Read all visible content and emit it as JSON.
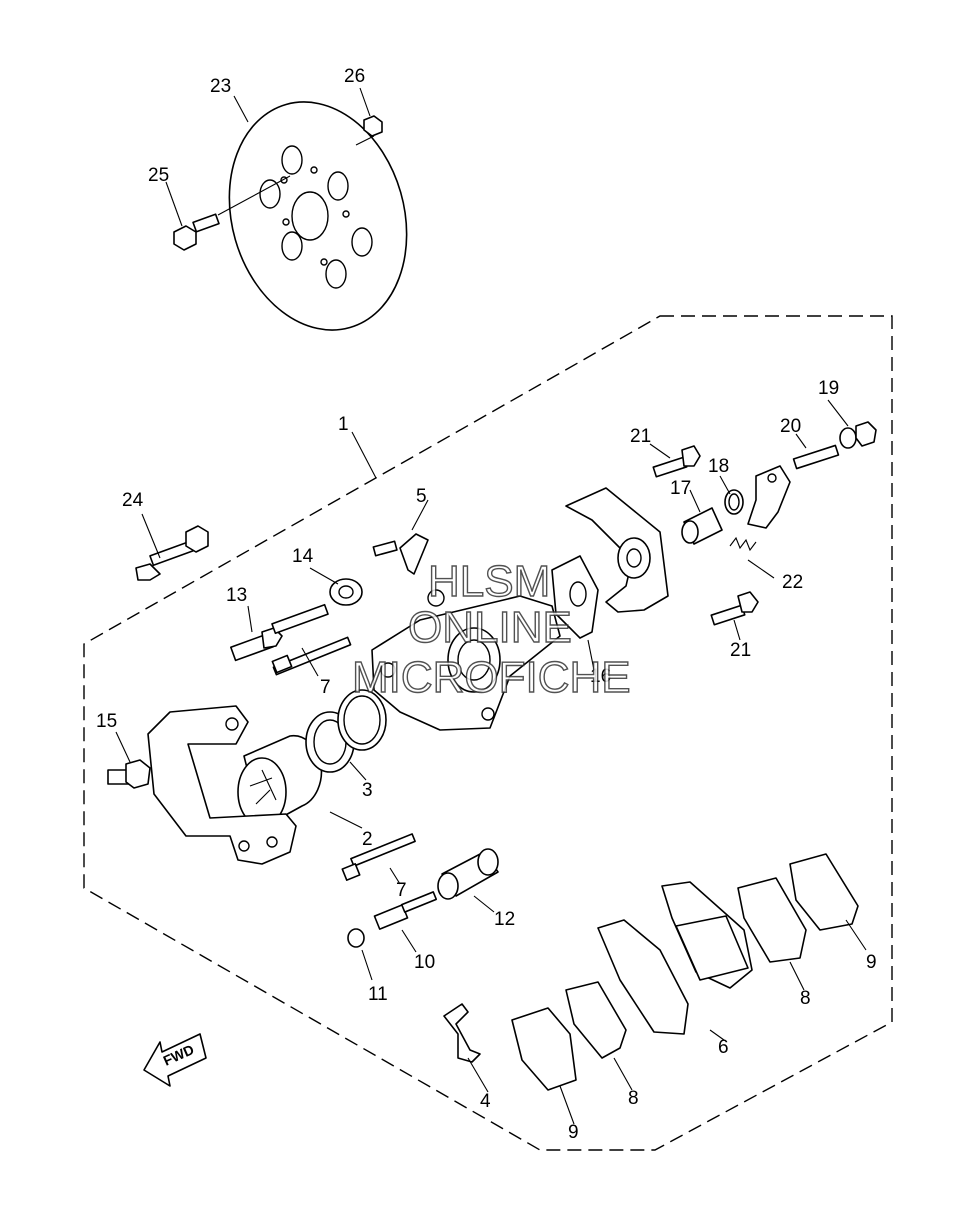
{
  "watermark": {
    "line1": "HLSM",
    "line2": "ONLINE",
    "line3": "MICROFICHE"
  },
  "fwd_label": "FWD",
  "callouts": [
    {
      "id": "c23",
      "text": "23"
    },
    {
      "id": "c26",
      "text": "26"
    },
    {
      "id": "c25",
      "text": "25"
    },
    {
      "id": "c1",
      "text": "1"
    },
    {
      "id": "c19",
      "text": "19"
    },
    {
      "id": "c20",
      "text": "20"
    },
    {
      "id": "c21a",
      "text": "21"
    },
    {
      "id": "c18",
      "text": "18"
    },
    {
      "id": "c17",
      "text": "17"
    },
    {
      "id": "c5",
      "text": "5"
    },
    {
      "id": "c24",
      "text": "24"
    },
    {
      "id": "c14",
      "text": "14"
    },
    {
      "id": "c13",
      "text": "13"
    },
    {
      "id": "c22",
      "text": "22"
    },
    {
      "id": "c21b",
      "text": "21"
    },
    {
      "id": "c16",
      "text": "16"
    },
    {
      "id": "c7a",
      "text": "7"
    },
    {
      "id": "c15",
      "text": "15"
    },
    {
      "id": "c3",
      "text": "3"
    },
    {
      "id": "c2",
      "text": "2"
    },
    {
      "id": "c7b",
      "text": "7"
    },
    {
      "id": "c12",
      "text": "12"
    },
    {
      "id": "c10",
      "text": "10"
    },
    {
      "id": "c11",
      "text": "11"
    },
    {
      "id": "c9a",
      "text": "9"
    },
    {
      "id": "c8a",
      "text": "8"
    },
    {
      "id": "c6",
      "text": "6"
    },
    {
      "id": "c4",
      "text": "4"
    },
    {
      "id": "c8b",
      "text": "8"
    },
    {
      "id": "c9b",
      "text": "9"
    }
  ]
}
